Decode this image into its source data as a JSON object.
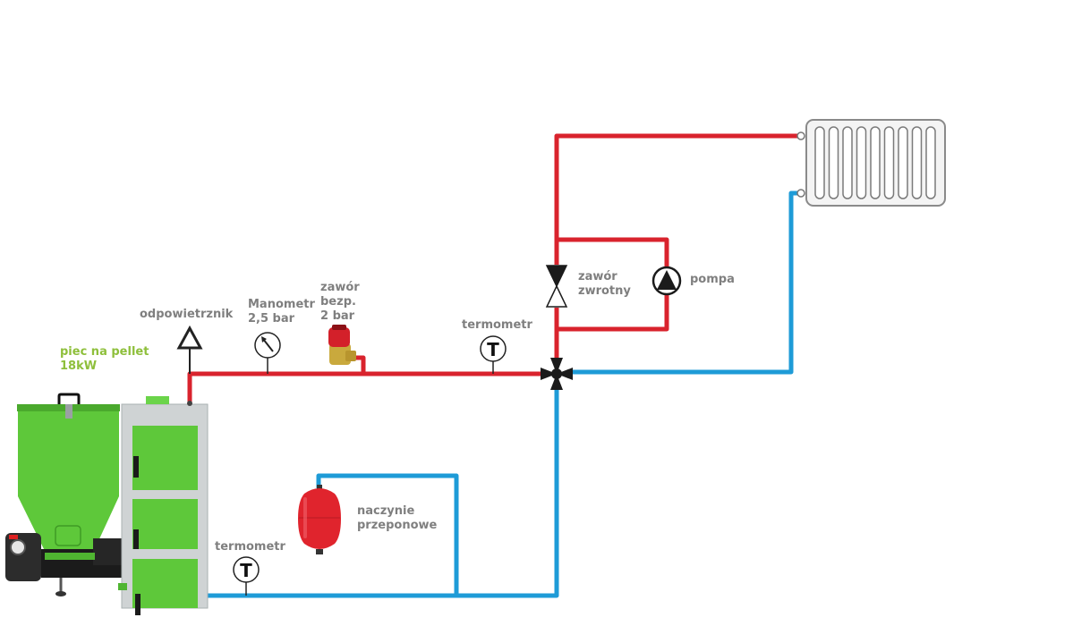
{
  "diagram": {
    "title": "Schemat instalacji CO z piecem na pellet",
    "colors": {
      "supply_pipe": "#d9232d",
      "return_pipe": "#1e9bd7",
      "boiler_green": "#5ec83a",
      "boiler_gray": "#cfd3d4",
      "label_gray": "#7f7f7f",
      "label_green": "#8ebf3b",
      "symbol_black": "#222222",
      "vessel_red": "#e0242d",
      "brass": "#c9a93d"
    },
    "labels": {
      "boiler": "piec na pellet\n18kW",
      "air_vent": "odpowietrznik",
      "manometer": "Manometr\n2,5 bar",
      "safety_valve": "zawór\nbezp.\n2 bar",
      "thermometer_supply": "termometr",
      "check_valve": "zawór\nzwrotny",
      "pump": "pompa",
      "expansion_vessel": "naczynie\nprzeponowe",
      "thermometer_return": "termometr"
    },
    "symbols": {
      "thermometer_glyph": "T"
    },
    "components": [
      {
        "id": "boiler",
        "type": "pellet-boiler",
        "label": "piec na pellet 18kW"
      },
      {
        "id": "air_vent",
        "type": "air-vent",
        "label": "odpowietrznik"
      },
      {
        "id": "manometer",
        "type": "pressure-gauge",
        "label": "Manometr 2,5 bar"
      },
      {
        "id": "safety_valve",
        "type": "safety-valve",
        "label": "zawór bezp. 2 bar"
      },
      {
        "id": "thermometer_supply",
        "type": "thermometer",
        "label": "termometr"
      },
      {
        "id": "mixing_valve",
        "type": "four-way-valve",
        "label": ""
      },
      {
        "id": "check_valve",
        "type": "check-valve",
        "label": "zawór zwrotny"
      },
      {
        "id": "pump",
        "type": "circulation-pump",
        "label": "pompa"
      },
      {
        "id": "radiator",
        "type": "radiator",
        "label": ""
      },
      {
        "id": "expansion_vessel",
        "type": "expansion-vessel",
        "label": "naczynie przeponowe"
      },
      {
        "id": "thermometer_return",
        "type": "thermometer",
        "label": "termometr"
      }
    ]
  }
}
